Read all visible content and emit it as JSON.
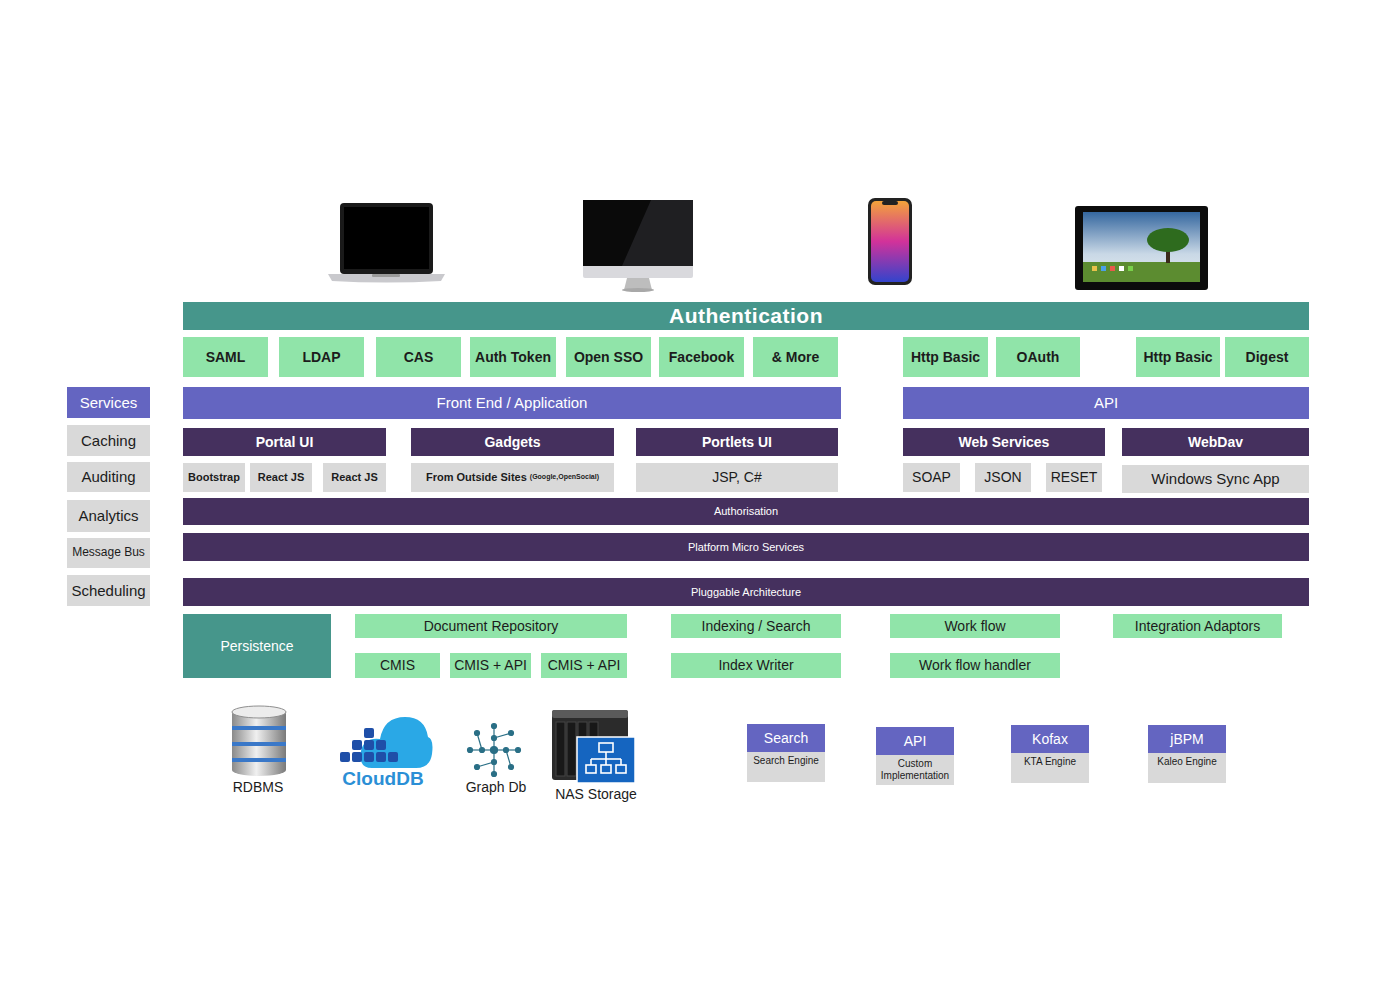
{
  "diagram": {
    "nodes": [
      {
        "text": [
          "Authentication"
        ]
      },
      {
        "text": [
          "SAML"
        ]
      },
      {
        "text": [
          "LDAP"
        ]
      },
      {
        "text": [
          "CAS"
        ]
      },
      {
        "text": [
          "Auth Token"
        ]
      },
      {
        "text": [
          "Open SSO"
        ]
      },
      {
        "text": [
          "Facebook"
        ]
      },
      {
        "text": [
          "& More"
        ]
      },
      {
        "text": [
          "Http Basic"
        ]
      },
      {
        "text": [
          "OAuth"
        ]
      },
      {
        "text": [
          "Http Basic"
        ]
      },
      {
        "text": [
          "Digest"
        ]
      },
      {
        "text": [
          "Services"
        ]
      },
      {
        "text": [
          "Caching"
        ]
      },
      {
        "text": [
          "Auditing"
        ]
      },
      {
        "text": [
          "Analytics"
        ]
      },
      {
        "text": [
          "Message Bus"
        ]
      },
      {
        "text": [
          "Scheduling"
        ]
      },
      {
        "text": [
          "Front End / Application"
        ]
      },
      {
        "text": [
          "API"
        ]
      },
      {
        "text": [
          "Portal UI"
        ]
      },
      {
        "text": [
          "Gadgets"
        ]
      },
      {
        "text": [
          "Portlets UI"
        ]
      },
      {
        "text": [
          "Web Services"
        ]
      },
      {
        "text": [
          "WebDav"
        ]
      },
      {
        "text": [
          "Bootstrap"
        ]
      },
      {
        "text": [
          "React JS"
        ]
      },
      {
        "text": [
          "React JS"
        ]
      },
      {
        "text": [
          "From Outside Sites",
          "(Google,OpenSocial)"
        ]
      },
      {
        "text": [
          "JSP, C#"
        ]
      },
      {
        "text": [
          "SOAP"
        ]
      },
      {
        "text": [
          "JSON"
        ]
      },
      {
        "text": [
          "RESET"
        ]
      },
      {
        "text": [
          "Windows Sync App"
        ]
      },
      {
        "text": [
          "Authorisation"
        ]
      },
      {
        "text": [
          "Platform Micro Services"
        ]
      },
      {
        "text": [
          "Pluggable Architecture"
        ]
      },
      {
        "text": [
          "Persistence"
        ]
      },
      {
        "text": [
          "Document Repository"
        ]
      },
      {
        "text": [
          "CMIS"
        ]
      },
      {
        "text": [
          "CMIS + API"
        ]
      },
      {
        "text": [
          "CMIS + API"
        ]
      },
      {
        "text": [
          "Indexing / Search"
        ]
      },
      {
        "text": [
          "Index Writer"
        ]
      },
      {
        "text": [
          "Work flow"
        ]
      },
      {
        "text": [
          "Work flow handler"
        ]
      },
      {
        "text": [
          "Integration Adaptors"
        ]
      },
      {
        "text": [
          "Search",
          "Search Engine"
        ]
      },
      {
        "text": [
          "API",
          "Custom Implementation"
        ]
      },
      {
        "text": [
          "Kofax",
          "KTA Engine"
        ]
      },
      {
        "text": [
          "jBPM",
          "Kaleo Engine"
        ]
      }
    ],
    "labels": [
      "RDBMS",
      "CloudDB",
      "Graph Db",
      "NAS Storage"
    ]
  }
}
